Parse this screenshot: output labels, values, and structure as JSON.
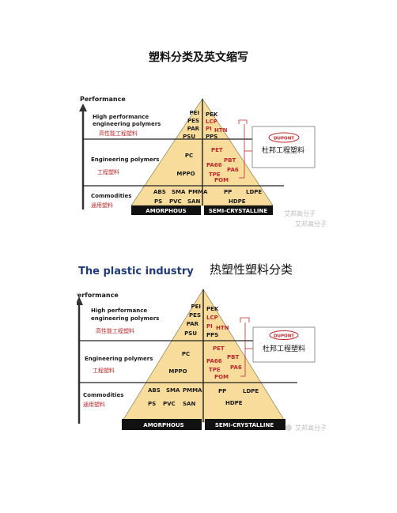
{
  "document": {
    "title": "塑料分类及英文缩写"
  },
  "figure": {
    "heading_en": "The plastic industry",
    "heading_zh": "热塑性塑料分类",
    "axis_label": "Performance",
    "tiers": {
      "high": {
        "line1": "High performance",
        "line2": "engineering polymers",
        "zh": "高性能工程塑料"
      },
      "engineering": {
        "label": "Engineering polymers",
        "zh": "工程塑料"
      },
      "commodities": {
        "label": "Commodities",
        "zh": "通用塑料"
      }
    },
    "amorphous": {
      "label": "AMORPHOUS",
      "high": [
        "PEI",
        "PES",
        "PAR",
        "PSU"
      ],
      "engineering": [
        "PC",
        "MPPO"
      ],
      "commodities": [
        "ABS",
        "SMA",
        "PMMA",
        "PS",
        "PVC",
        "SAN"
      ]
    },
    "semicrystalline": {
      "label": "SEMI-CRYSTALLINE",
      "high": [
        "PEK",
        "LCP",
        "PI",
        "HTN",
        "PPS"
      ],
      "engineering": [
        "PET",
        "PBT",
        "PA66",
        "PA6",
        "TPE",
        "POM"
      ],
      "commodities": [
        "PP",
        "LDPE",
        "HDPE"
      ]
    },
    "dupont": {
      "logo": "DUPONT",
      "label": "杜邦工程塑料"
    },
    "watermark": {
      "line1": "艾邦高分子",
      "line2": "艾邦高分子",
      "line3": "艾邦高分子"
    },
    "colors": {
      "pyramid_fill": "#f7dc9b",
      "grid_line": "#222222",
      "red_text": "#c0282a",
      "base_bar": "#111111",
      "heading_blue": "#1f3a7a"
    }
  }
}
